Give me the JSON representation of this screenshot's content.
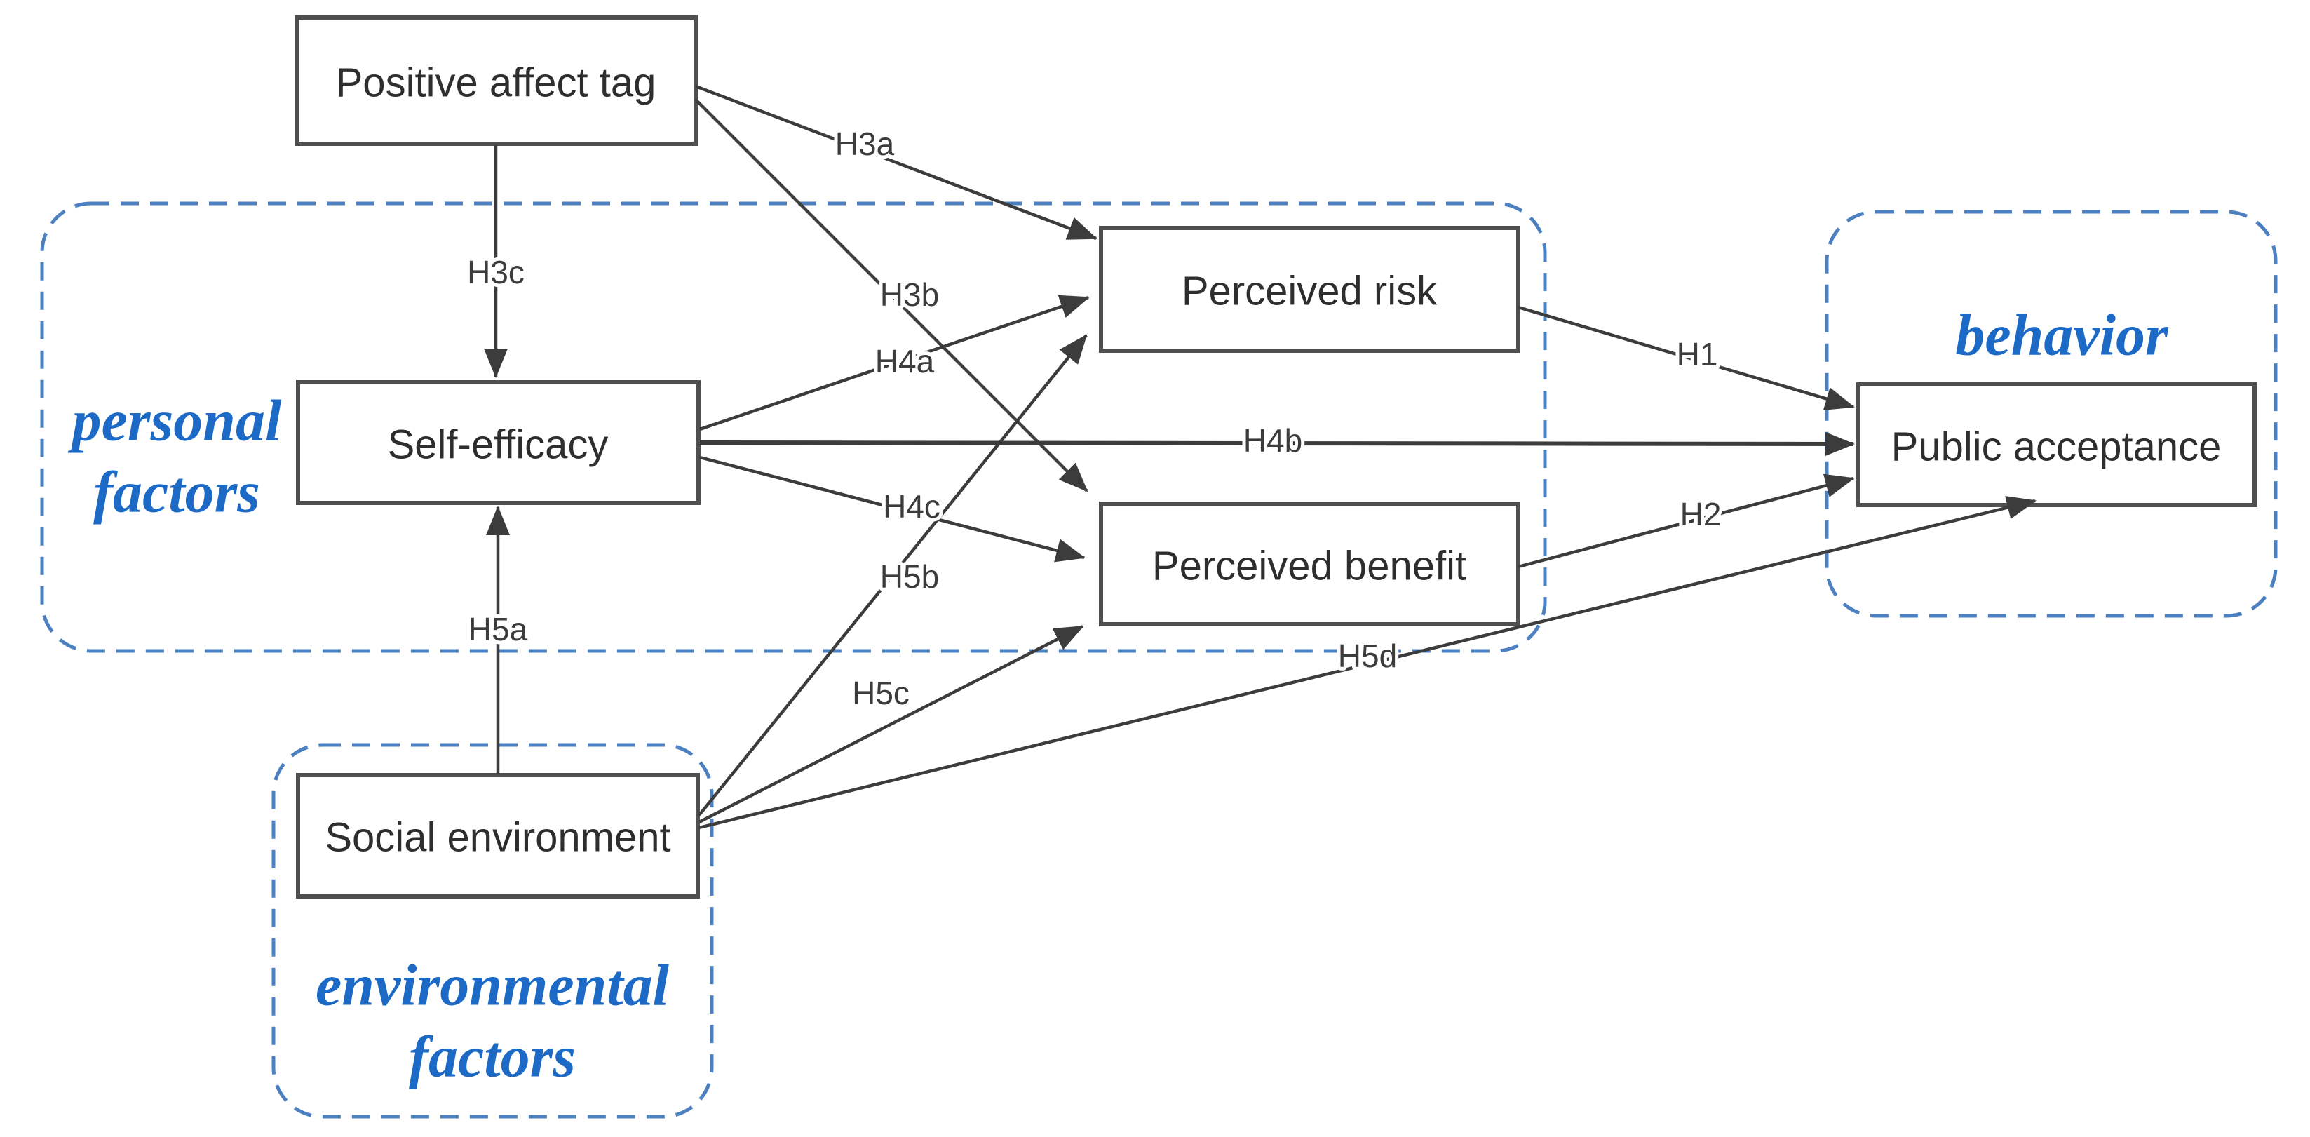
{
  "nodes": {
    "positive_affect_tag": "Positive affect tag",
    "self_efficacy": "Self-efficacy",
    "social_environment": "Social environment",
    "perceived_risk": "Perceived risk",
    "perceived_benefit": "Perceived benefit",
    "public_acceptance": "Public acceptance"
  },
  "groups": {
    "personal": {
      "line1": "personal",
      "line2": "factors"
    },
    "environmental": {
      "line1": "environmental",
      "line2": "factors"
    },
    "behavior": {
      "label": "behavior"
    }
  },
  "hypotheses": {
    "h1": "H1",
    "h2": "H2",
    "h3a": "H3a",
    "h3b": "H3b",
    "h3c": "H3c",
    "h4a": "H4a",
    "h4b": "H4b",
    "h4c": "H4c",
    "h5a": "H5a",
    "h5b": "H5b",
    "h5c": "H5c",
    "h5d": "H5d"
  },
  "edges": [
    {
      "id": "H1",
      "from": "Perceived risk",
      "to": "Public acceptance"
    },
    {
      "id": "H2",
      "from": "Perceived benefit",
      "to": "Public acceptance"
    },
    {
      "id": "H3a",
      "from": "Positive affect tag",
      "to": "Perceived risk"
    },
    {
      "id": "H3b",
      "from": "Positive affect tag",
      "to": "Perceived benefit"
    },
    {
      "id": "H3c",
      "from": "Positive affect tag",
      "to": "Self-efficacy"
    },
    {
      "id": "H4a",
      "from": "Self-efficacy",
      "to": "Perceived risk"
    },
    {
      "id": "H4b",
      "from": "Self-efficacy",
      "to": "Public acceptance"
    },
    {
      "id": "H4c",
      "from": "Self-efficacy",
      "to": "Perceived benefit"
    },
    {
      "id": "H5a",
      "from": "Social environment",
      "to": "Self-efficacy"
    },
    {
      "id": "H5b",
      "from": "Social environment",
      "to": "Perceived risk"
    },
    {
      "id": "H5c",
      "from": "Social environment",
      "to": "Perceived benefit"
    },
    {
      "id": "H5d",
      "from": "Social environment",
      "to": "Public acceptance"
    }
  ],
  "colors": {
    "background": "#ffffff",
    "group_border": "#4d80c0",
    "group_label": "#1c6ac6",
    "node_border": "#4f4f4f",
    "node_text": "#2e2e2e",
    "arrow": "#3c3c3c"
  }
}
